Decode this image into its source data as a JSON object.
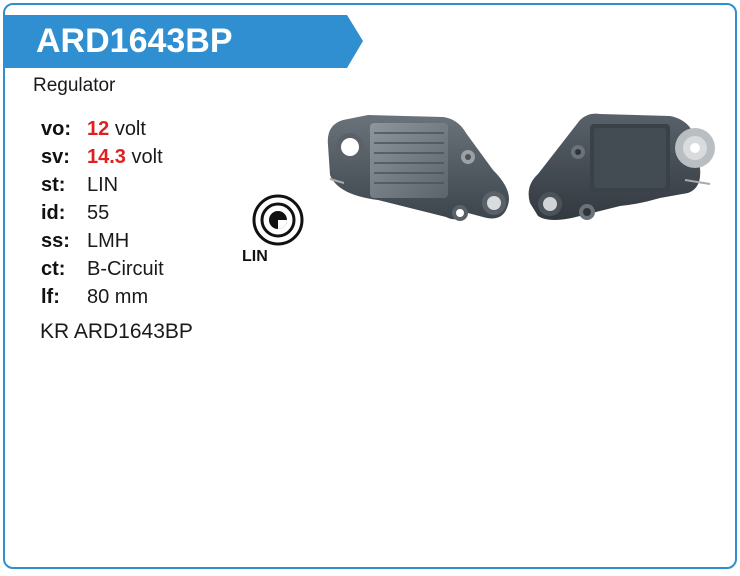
{
  "header": {
    "title": "ARD1643BP",
    "accent_color": "#2f8fd0"
  },
  "product": {
    "type": "Regulator",
    "part_number": "KR ARD1643BP"
  },
  "specs": {
    "vo": {
      "key": "vo:",
      "value": "12",
      "unit": "volt"
    },
    "sv": {
      "key": "sv:",
      "value": "14.3",
      "unit": "volt"
    },
    "st": {
      "key": "st:",
      "value": "LIN"
    },
    "id": {
      "key": "id:",
      "value": "55"
    },
    "ss": {
      "key": "ss:",
      "value": "LMH"
    },
    "ct": {
      "key": "ct:",
      "value": "B-Circuit"
    },
    "lf": {
      "key": "lf:",
      "value": "80 mm"
    }
  },
  "connector": {
    "label": "LIN",
    "icon": "connector-pin-icon"
  },
  "images": {
    "front": "regulator-front-photo",
    "back": "regulator-back-photo"
  }
}
